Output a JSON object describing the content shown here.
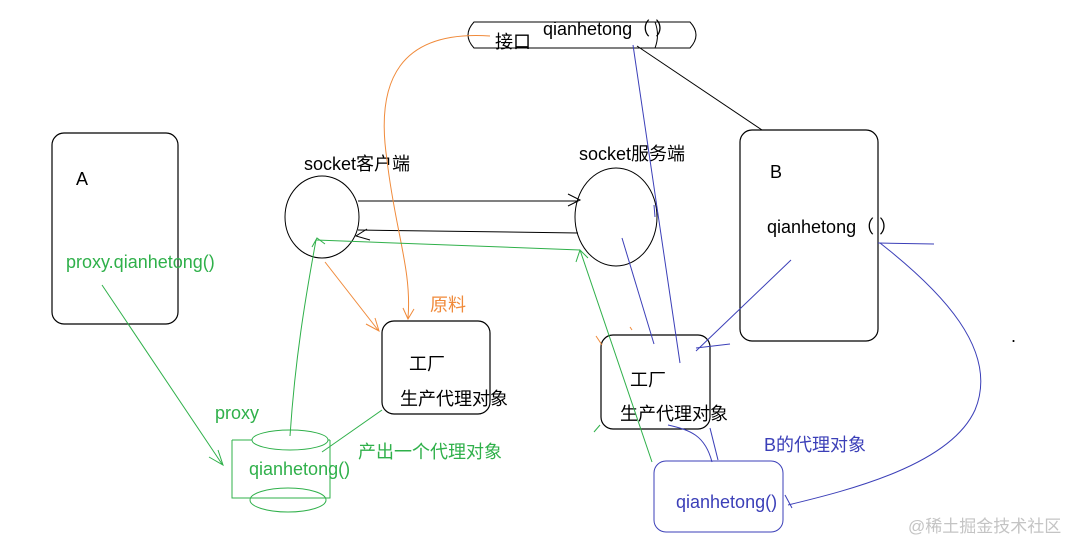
{
  "colors": {
    "black": "#000000",
    "green": "#2fb04a",
    "orange": "#f08a3a",
    "blue": "#3b3fb8",
    "watermark": "#c4c4c4"
  },
  "interface": {
    "method": "qianhetong（ ）",
    "label": "接口"
  },
  "box_a": {
    "title": "A",
    "call": "proxy.qianhetong()"
  },
  "box_b": {
    "title": "B",
    "method": "qianhetong（ ）"
  },
  "socket_client": {
    "label": "socket客户端"
  },
  "socket_server": {
    "label": "socket服务端"
  },
  "raw_material": {
    "label": "原料"
  },
  "factory_left": {
    "title": "工厂",
    "desc": "生产代理对象"
  },
  "factory_right": {
    "title": "工厂",
    "desc": "生产代理对象"
  },
  "proxy_a": {
    "label": "proxy",
    "method": "qianhetong()",
    "produced_label": "产出一个代理对象"
  },
  "proxy_b": {
    "label": "B的代理对象",
    "method": "qianhetong()"
  },
  "stray_dot": ".",
  "watermark": "@稀土掘金技术社区"
}
